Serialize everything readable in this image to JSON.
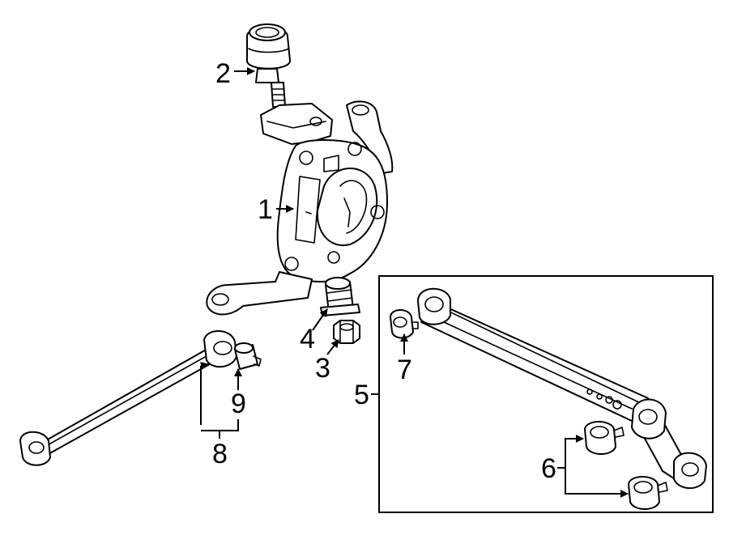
{
  "diagram": {
    "background": "#ffffff",
    "line_color": "#000000",
    "callouts": [
      {
        "id": "knuckle",
        "label": "1"
      },
      {
        "id": "ball-joint",
        "label": "2"
      },
      {
        "id": "nut",
        "label": "3"
      },
      {
        "id": "bushing",
        "label": "4"
      },
      {
        "id": "lower-arm-assembly",
        "label": "5"
      },
      {
        "id": "arm-bushings",
        "label": "6"
      },
      {
        "id": "arm-front-bushing",
        "label": "7"
      },
      {
        "id": "trailing-arm",
        "label": "8"
      },
      {
        "id": "trailing-arm-bushing",
        "label": "9"
      }
    ]
  }
}
